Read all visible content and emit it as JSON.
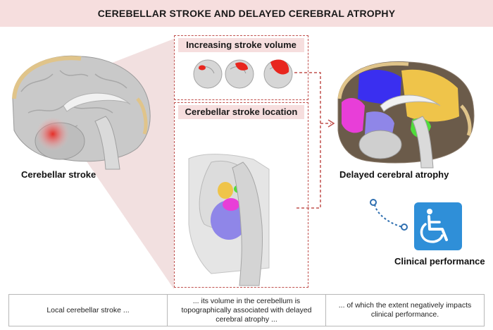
{
  "title": "CEREBELLAR STROKE AND DELAYED CEREBRAL ATROPHY",
  "labels": {
    "left": "Cerebellar stroke",
    "right": "Delayed cerebral atrophy",
    "clinical": "Clinical performance"
  },
  "panels": {
    "volume_title": "Increasing stroke volume",
    "location_title": "Cerebellar stroke location"
  },
  "footer": [
    "Local cerebellar stroke ...",
    "... its volume in the cerebellum is topographically associated with delayed cerebral atrophy ...",
    "... of which the extent negatively impacts clinical performance."
  ],
  "icons": [
    "brain-sagittal-icon",
    "cerebellum-icon",
    "brainstem-icon",
    "wheelchair-icon"
  ],
  "colors": {
    "accent_red": "#c0504d",
    "title_bg": "#f6dede",
    "stroke_red": "#e8261e",
    "icon_blue": "#2f8fd8",
    "atrophy_magenta": "#e83ed8",
    "atrophy_blue": "#3a2ff0",
    "atrophy_yellow": "#efc44a",
    "atrophy_purple": "#8f86e8",
    "atrophy_green": "#4fdc3a"
  }
}
